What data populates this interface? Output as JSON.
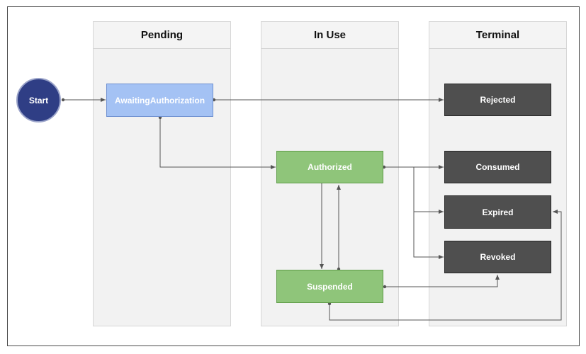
{
  "lanes": {
    "pending": "Pending",
    "in_use": "In Use",
    "terminal": "Terminal"
  },
  "nodes": {
    "start": "Start",
    "awaiting_authorization": "AwaitingAuthorization",
    "authorized": "Authorized",
    "suspended": "Suspended",
    "rejected": "Rejected",
    "consumed": "Consumed",
    "expired": "Expired",
    "revoked": "Revoked"
  },
  "colors": {
    "start": "#2f3e85",
    "pending": "#a4c2f4",
    "in_use": "#8fc57a",
    "terminal": "#4f4f4f",
    "edge": "#555555"
  },
  "edges": [
    {
      "from": "start",
      "to": "awaiting_authorization"
    },
    {
      "from": "awaiting_authorization",
      "to": "rejected"
    },
    {
      "from": "awaiting_authorization",
      "to": "authorized"
    },
    {
      "from": "authorized",
      "to": "consumed"
    },
    {
      "from": "authorized",
      "to": "expired"
    },
    {
      "from": "authorized",
      "to": "revoked"
    },
    {
      "from": "authorized",
      "to": "suspended"
    },
    {
      "from": "suspended",
      "to": "authorized"
    },
    {
      "from": "suspended",
      "to": "revoked"
    },
    {
      "from": "suspended",
      "to": "expired"
    }
  ]
}
